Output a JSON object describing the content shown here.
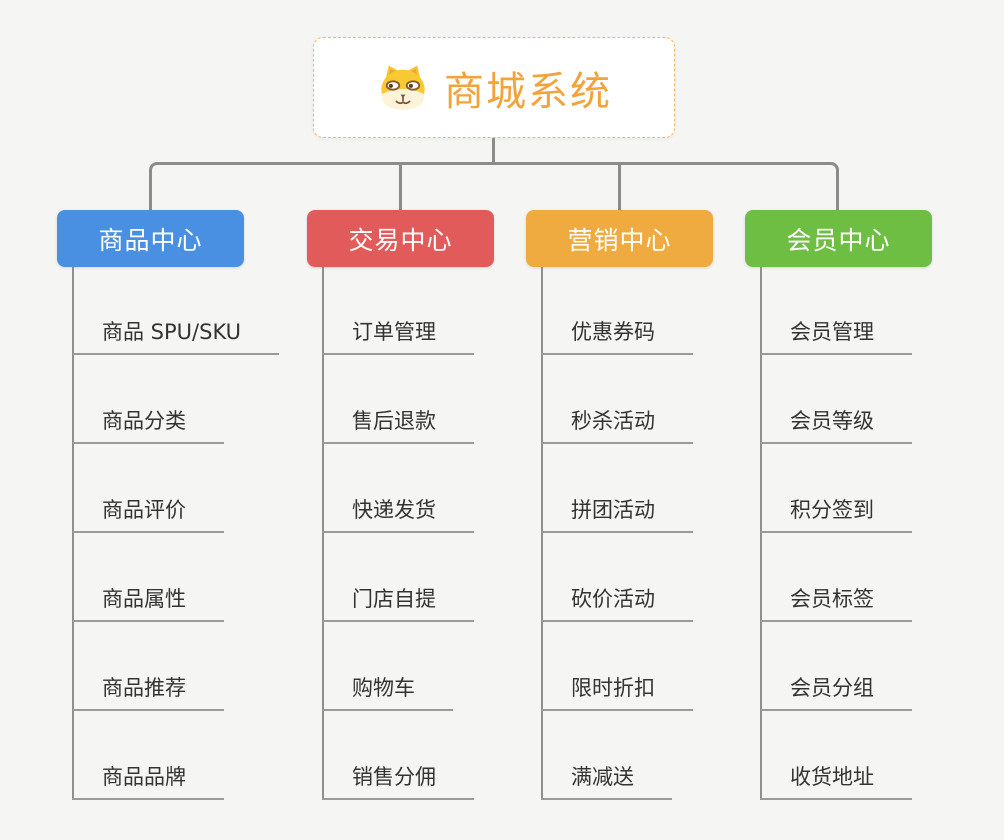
{
  "root": {
    "title": "商城系统",
    "title_color": "#f2a33c",
    "border_color": "#eeb766",
    "icon": "shiba-dog-icon"
  },
  "connector_color": "#8c8c8c",
  "branches": [
    {
      "label": "商品中心",
      "color": "#4a90e2",
      "children": [
        "商品 SPU/SKU",
        "商品分类",
        "商品评价",
        "商品属性",
        "商品推荐",
        "商品品牌"
      ]
    },
    {
      "label": "交易中心",
      "color": "#e25b5b",
      "children": [
        "订单管理",
        "售后退款",
        "快递发货",
        "门店自提",
        "购物车",
        "销售分佣"
      ]
    },
    {
      "label": "营销中心",
      "color": "#efab3f",
      "children": [
        "优惠券码",
        "秒杀活动",
        "拼团活动",
        "砍价活动",
        "限时折扣",
        "满减送"
      ]
    },
    {
      "label": "会员中心",
      "color": "#6fbe44",
      "children": [
        "会员管理",
        "会员等级",
        "积分签到",
        "会员标签",
        "会员分组",
        "收货地址"
      ]
    }
  ]
}
